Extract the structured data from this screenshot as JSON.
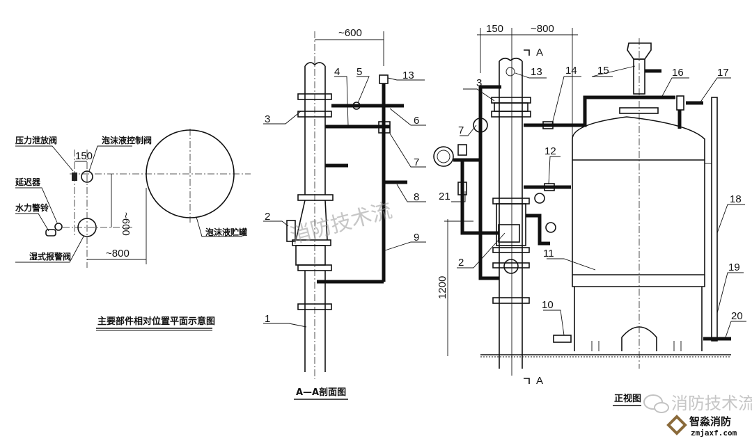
{
  "plan_view": {
    "title": "主要部件相对位置平面示意图",
    "labels": {
      "pressure_relief_valve": "压力泄放阀",
      "foam_control_valve": "泡沫液控制阀",
      "retard_chamber": "延迟器",
      "water_motor_gong": "水力警铃",
      "wet_alarm_valve": "湿式报警阀",
      "foam_tank": "泡沫液贮罐"
    },
    "dimensions": {
      "d150": "150",
      "d600": "~600",
      "d800": "~800"
    }
  },
  "section_view": {
    "title": "A—A剖面图",
    "dimension": "~600",
    "callouts": [
      "1",
      "2",
      "3",
      "4",
      "5",
      "6",
      "7",
      "8",
      "9",
      "13"
    ]
  },
  "front_view": {
    "title": "正视图",
    "dimensions": {
      "d150": "150",
      "d800": "~800",
      "d1200": "1200"
    },
    "section_mark": "A",
    "callouts": [
      "2",
      "3",
      "7",
      "10",
      "11",
      "12",
      "13",
      "14",
      "15",
      "16",
      "17",
      "18",
      "19",
      "20",
      "21"
    ]
  },
  "watermark": {
    "text": "消防技术流"
  },
  "logo": {
    "name": "智淼消防",
    "url": "zmjaxf.com"
  }
}
